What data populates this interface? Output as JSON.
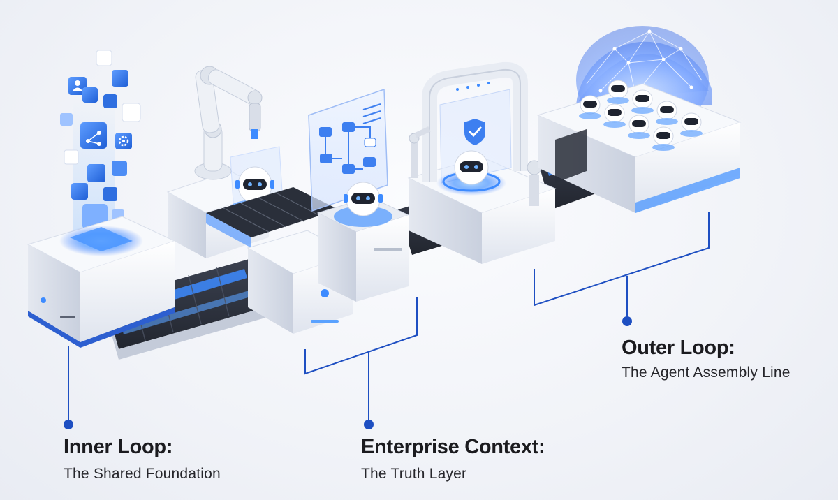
{
  "callouts": {
    "inner": {
      "title": "Inner Loop:",
      "subtitle": "The Shared Foundation"
    },
    "enterprise": {
      "title": "Enterprise Context:",
      "subtitle": "The Truth Layer"
    },
    "outer": {
      "title": "Outer Loop:",
      "subtitle": "The Agent Assembly Line"
    }
  },
  "colors": {
    "accent": "#1e4fc2",
    "glow": "#3d8bff",
    "machine_body": "#f4f6fa",
    "text": "#1b1b1f"
  },
  "icons": [
    "user-icon",
    "share-icon",
    "gear-icon",
    "shield-check-icon",
    "robot-icon",
    "globe-icon"
  ]
}
